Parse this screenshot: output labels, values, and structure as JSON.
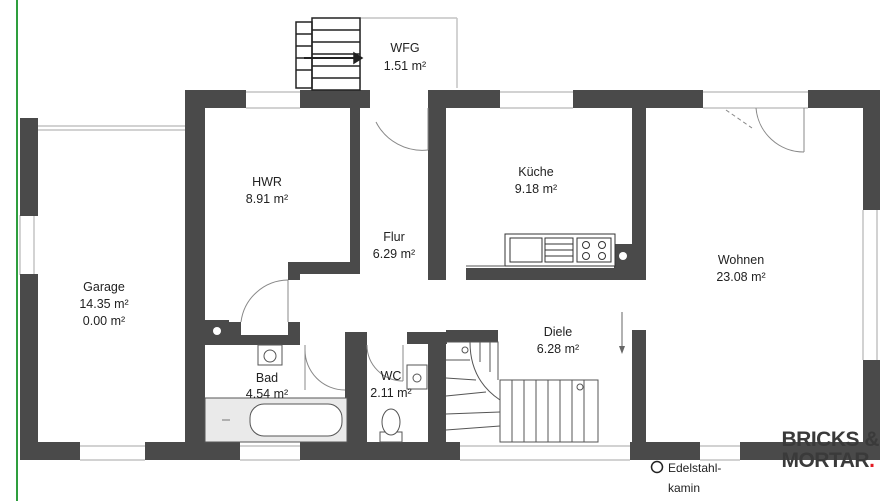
{
  "rooms": {
    "wfg": {
      "name": "WFG",
      "area": "1.51 m²"
    },
    "hwr": {
      "name": "HWR",
      "area": "8.91 m²"
    },
    "flur": {
      "name": "Flur",
      "area": "6.29 m²"
    },
    "kueche": {
      "name": "Küche",
      "area": "9.18 m²"
    },
    "wohnen": {
      "name": "Wohnen",
      "area": "23.08 m²"
    },
    "garage": {
      "name": "Garage",
      "area": "14.35 m²",
      "area2": "0.00 m²"
    },
    "diele": {
      "name": "Diele",
      "area": "6.28 m²"
    },
    "bad": {
      "name": "Bad",
      "area": "4.54 m²"
    },
    "wc": {
      "name": "WC",
      "area": "2.11 m²"
    }
  },
  "annotations": {
    "chimney_line1": "Edelstahl-",
    "chimney_line2": "kamin"
  },
  "logo": {
    "line1": "BRICKS &",
    "line2": "MORTAR",
    "dot": "."
  },
  "colors": {
    "wall": "#4a4a4a",
    "window": "#bdbdbd",
    "property_line": "#2e9e3e",
    "logo_accent": "#e31b23"
  }
}
